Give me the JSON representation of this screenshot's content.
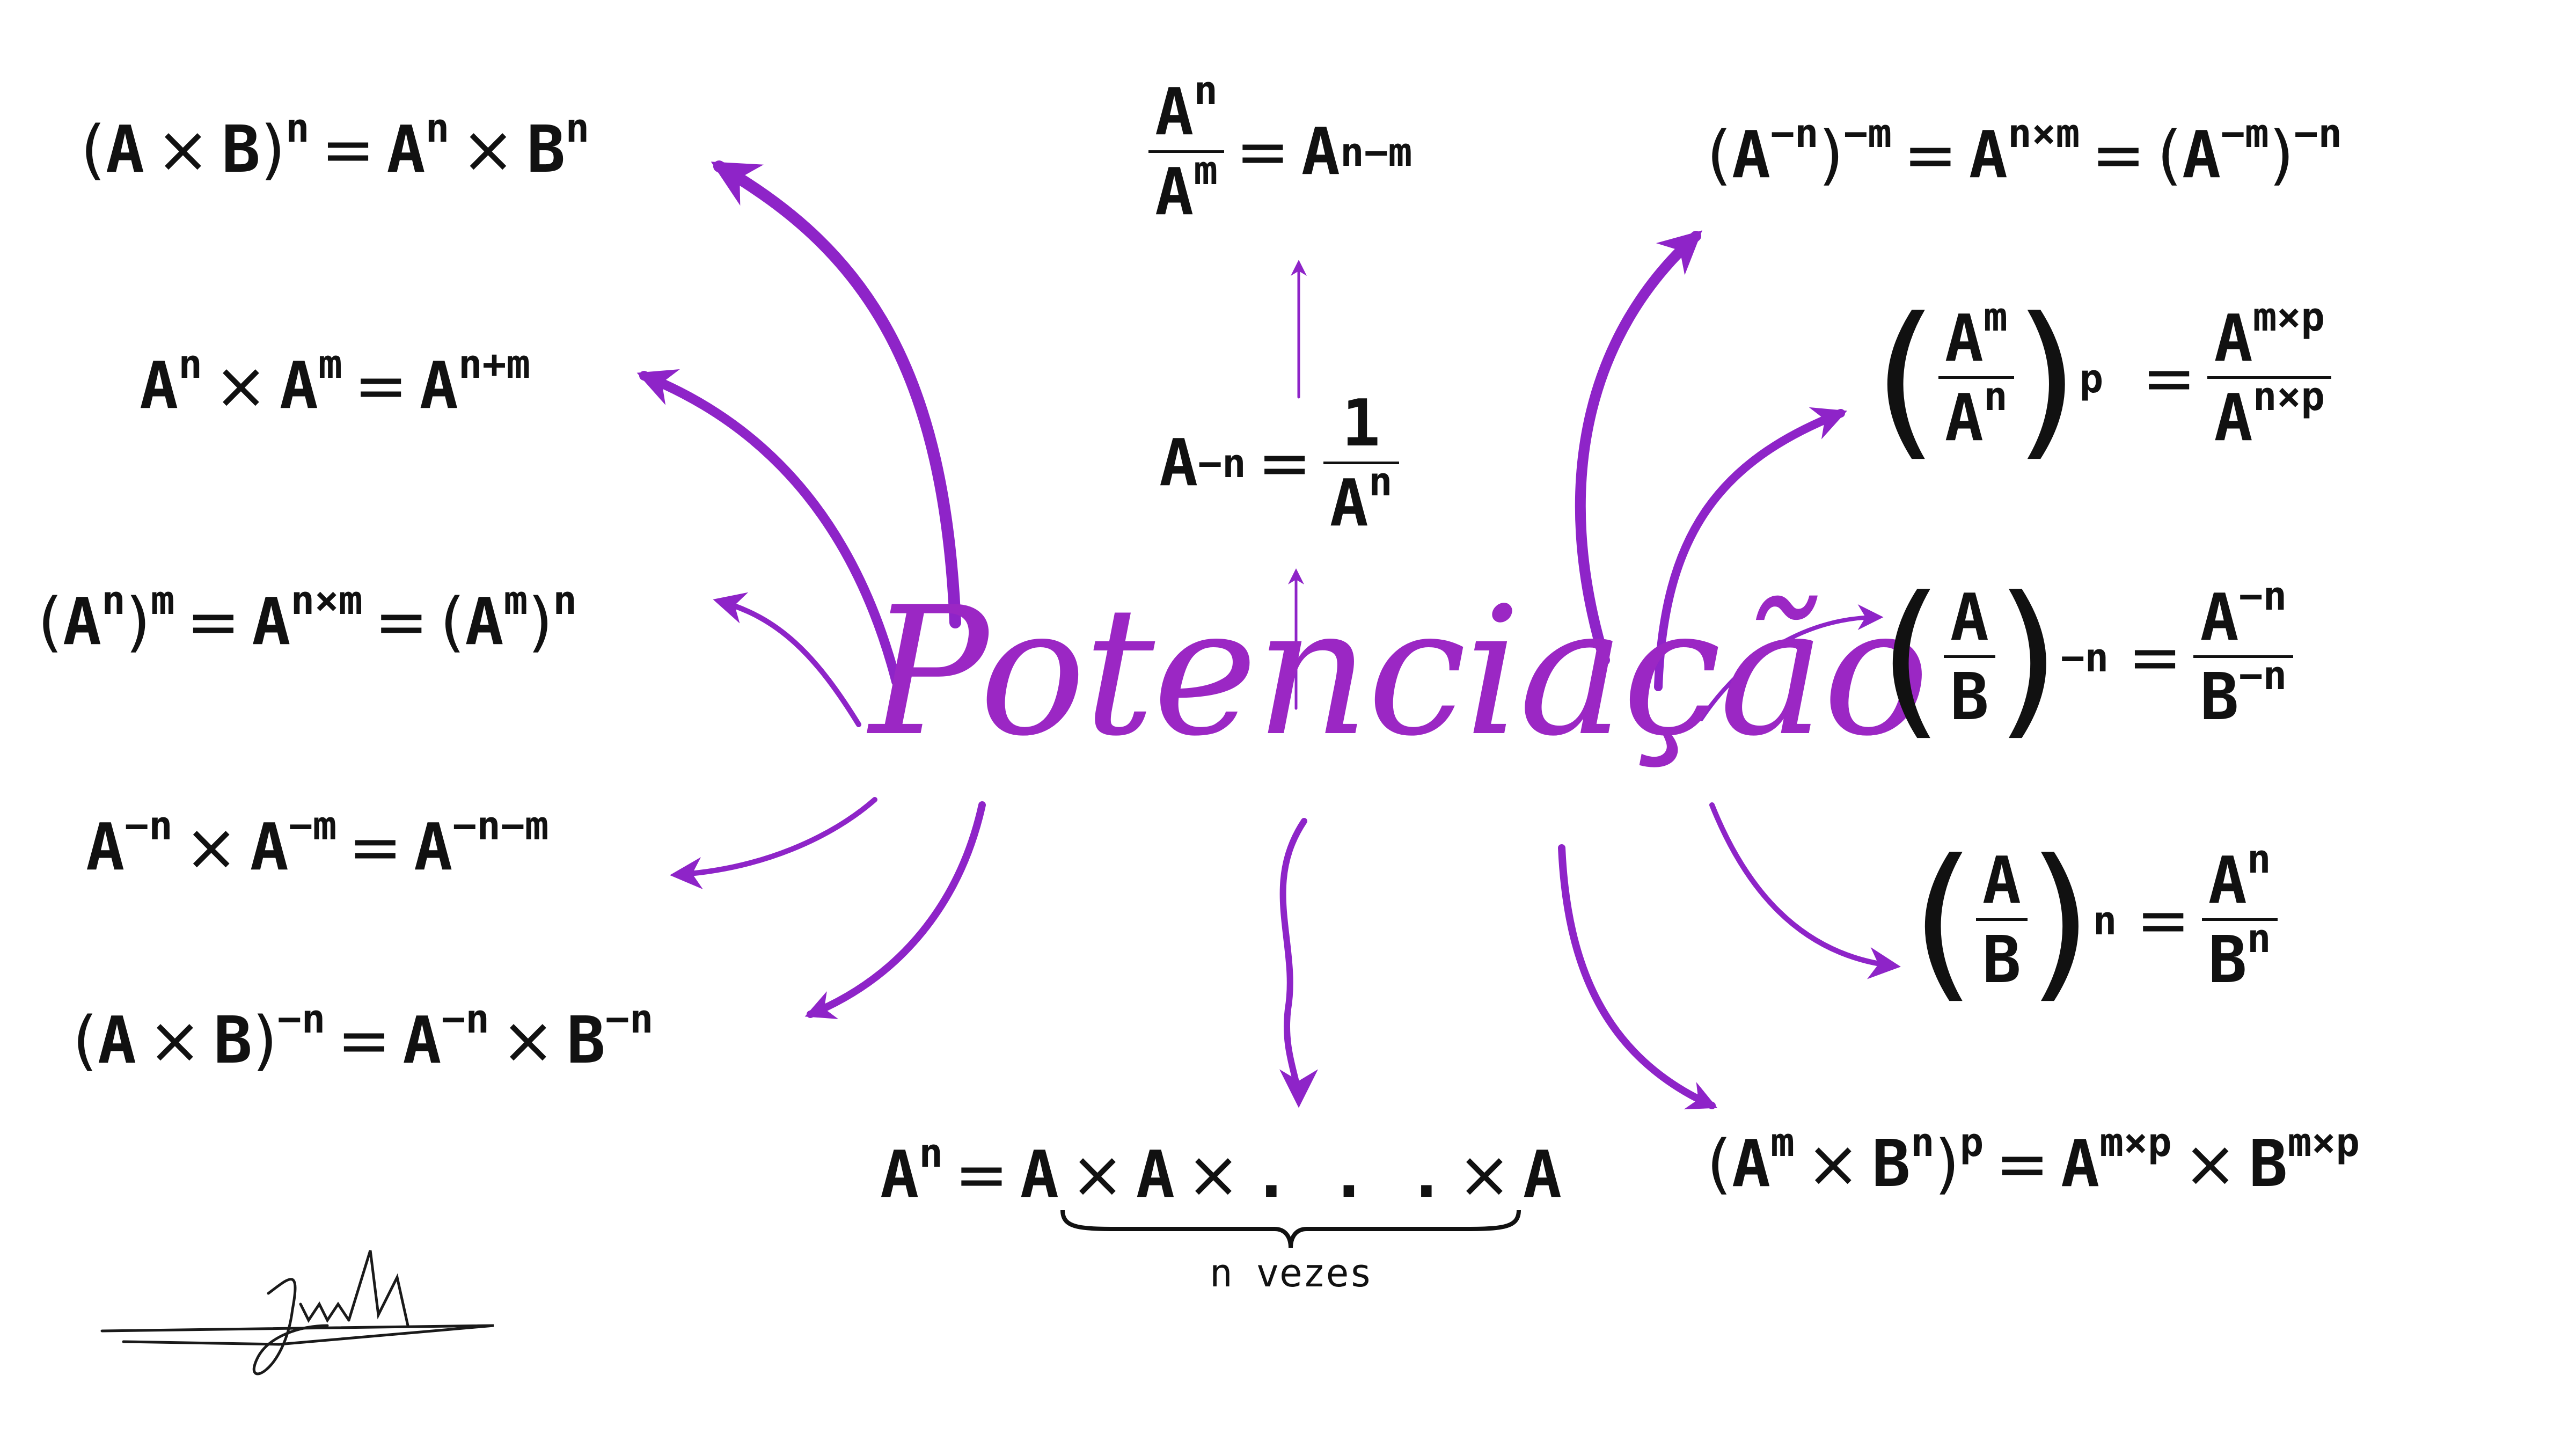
{
  "title": "Potenciação",
  "colors": {
    "accent": "#9b27c4",
    "text": "#111111"
  },
  "rules": {
    "power_product": "(A × B)ⁿ = Aⁿ × Bⁿ",
    "product_same_base": "Aⁿ × Aᵐ = Aⁿ⁺ᵐ",
    "power_of_power": "(Aⁿ)ᵐ = Aⁿˣᵐ = (Aᵐ)ⁿ",
    "neg_product_same_base": "A⁻ⁿ × A⁻ᵐ = A⁻ⁿ⁻ᵐ",
    "neg_power_product": "(A × B)⁻ⁿ = A⁻ⁿ × B⁻ⁿ",
    "quotient_same_base": "Aⁿ / Aᵐ = Aⁿ⁻ᵐ",
    "negative_exponent": "A⁻ⁿ = 1 / Aⁿ",
    "definition": "Aⁿ = A × A × . . . × A",
    "definition_brace_label": "n vezes",
    "neg_power_of_neg_power": "(A⁻ⁿ)⁻ᵐ = Aⁿˣᵐ = (A⁻ᵐ)⁻ⁿ",
    "power_of_quotient_same_base": "(Aᵐ / Aⁿ)ᵖ = Aᵐˣᵖ / Aⁿˣᵖ",
    "neg_power_of_quotient": "(A / B)⁻ⁿ = A⁻ⁿ / B⁻ⁿ",
    "power_of_quotient": "(A / B)ⁿ = Aⁿ / Bⁿ",
    "power_of_product_powers": "(Aᵐ × Bⁿ)ᵖ = Aᵐˣᵖ × Bᵐˣᵖ"
  },
  "signature": "signature"
}
